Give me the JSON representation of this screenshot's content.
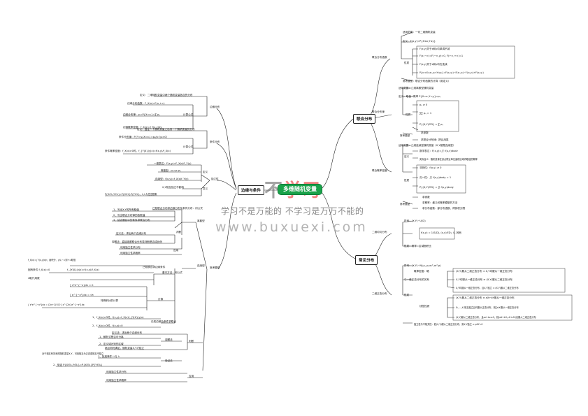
{
  "center": {
    "title": "多维随机变量"
  },
  "watermark": {
    "logo_a": "不",
    "logo_b": "学习",
    "slogan": "学习不是万能的 不学习是万万不能的",
    "url": "www.buxuexi.com"
  },
  "hubs": {
    "joint": "联合分布",
    "marginal": "边缘与条件",
    "common": "常见分布"
  },
  "joint": {
    "dist_fn": {
      "title": "联合分布函数",
      "items": [
        "适用范围：一切二维随机变量",
        "定义：F(x,y)=P{X≤x,Y≤y}",
        "F(x,y)关于x和y均单调不减",
        "F(x,−∞)=F(−∞,y)=0, F(+∞,+∞)=1",
        "F(x,y)关于x和y均右连续",
        "P{x₁<X≤x₂,y₁<Y≤y₂}=F(x₂,y₂)−F(x₂,y₁)−F(x₁,y₂)+F(x₁,y₁)",
        "常考题型：联合分布函数的计算（用定义）"
      ],
      "prop_label": "性质"
    },
    "pmf": {
      "title": "联合分布律",
      "items": [
        "适用范围：二维离散型随机变量",
        "定义：取值+概率 P{X=xᵢ,Y=yⱼ}=pᵢⱼ",
        "pᵢⱼ ≥ 0",
        "∑∑ pᵢⱼ = 1",
        "P{(X,Y)∈D} = ∑ pᵢⱼ",
        "求参数",
        "求联合分布律：把且用乘"
      ],
      "prop_label": "性质",
      "type_label": "常考题型"
    },
    "pdf": {
      "title": "联合概率密度",
      "items": [
        "适用范围：二维连续型随机变量（X,Y都是连续型）",
        "数学表达：F(x,y)=∫∫ f(u,v)dudv",
        "实际含义：随机变量在该点附近单位面积区域内取值的概率",
        "非负性：f(x,y) ≥ 0",
        "归一性：∫∫ f(x,y)dxdy = 1",
        "P{(X,Y)∈D} = ∬ f(x,y)dxdy",
        "求参数",
        "求概率：最几何概率模型的方法",
        "求分布函数：部分布函数、得到积分限"
      ],
      "def_label": "定义",
      "prop_label": "性质",
      "type_label": "常考题型"
    }
  },
  "common": {
    "uniform": {
      "title": "二维均匀分布",
      "items": [
        "符号：(X,Y)~U(D)",
        "f(x,y) = 1/S(D), (x,y)∈D；0, 其他",
        "性质：概率=区域面积比"
      ]
    },
    "normal": {
      "title": "二维正态分布",
      "items": [
        "符号：(X,Y)~N(μ₁,μ₂;σ₁²,σ₂²;ρ)",
        "概率密度：略",
        "(X,Y)服从二维正态分布 ⇒ X,Y均服从一维正态分布",
        "X,Y均服从一维正态分布 ⇏ (X,Y)服从二维正态分布",
        "X,Y均服从一维正态分布，且X,Y独立 ⇒ (X,Y)服从二维正态分布",
        "(X,Y)服从二维正态分布 ⇔ aX+bY服从一维正态分布",
        "X₁,…,Xₙ相互独立且均服从正态分布，则∑aᵢXᵢ服从一维正态分布",
        "(X,Y)服从二维正态分布，且ad−bc≠0，则(aX+bY,cX+dY)也服从二维正态分布",
        "独立性与不相关性：若(X,Y)服从二维正态分布，则X,Y独立 ⇔ ρXY=0"
      ],
      "rel_label": "与一维正态分布的关系",
      "prop_label": "性质",
      "lin_label": "线性性质"
    }
  },
  "marginal": {
    "marg": {
      "title": "边缘分布",
      "items": [
        "定义：二维随机变量中两个随机变量各自的分布",
        "边缘分布函数：F_X(x)=F(x,+∞)",
        "边缘分布律：pᵢ=P{X=xᵢ}=∑ pᵢⱼ",
        "边缘概率密度：f_X(x)=∫ f(x,y)dy"
      ],
      "calc_label": "计算公式"
    },
    "cond": {
      "title": "条件分布",
      "items": [
        "定义：固定一个随机变量之后另一个随机变量的分布",
        "条件分布律：P{Y=yⱼ|X=xᵢ}=pᵢⱼ/pᵢ·（pᵢ>0）",
        "条件概率密度：f_X(x)>0时，f_{Y|X}(y|x)=f(x,y)/f_X(x)"
      ],
      "calc_label": "计算公式"
    },
    "indep": {
      "title": "独立性",
      "items": [
        "一般表达：F(x,y)=F_X(x)F_Y(y)",
        "离散型：pᵢⱼ=pᵢ·p·ⱼ",
        "连续型：f(x,y)=f_X(x)f_Y(y)",
        "X,Y相互独立不影响",
        "P{X∈I₁,Y∈I₂}=P{X∈I₁}P{Y∈I₂}，I₁,I₂为任意数集"
      ],
      "def_label": "定义",
      "prop_label": "意义"
    },
    "types": {
      "title": "常考题型",
      "items": [
        "已知联合分布求边缘分布及条件分布：何公式",
        "1、写出X,Y的所有取值",
        "2、写出联合分布律的各数值",
        "3、结合题目中的条件求联合分布",
        "定义法：求出两个边缘分布",
        "观察法：直接观察联合分布表判断是否成比例",
        "利用独立性求分布",
        "利用独立性求概率",
        "已知联合求边缘条件",
        "基本方法：何公式",
        "f_X(x)=∫ f(x,y)dy；画积分、y从−∞到+∞取值",
        "固有条件 f_X(x)=0",
        "f_{Y|X}(y|x)=f(x,y)/f_X(x)",
        "4取代用数",
        "∫ x²e^{−x}dx = π",
        "∫ e^{−x²}dx = √π",
        "∫ x²e^{−x²}dx = (2n+1)!!/2·∫ x^{2n}e^{−x²}dx",
        "特殊积分的计算",
        "1、f_X(x)>0时，f(x,y)=f_X(x)f_{Y|X}(y|x)",
        "2、f_X(x)=0时，f(x,y)=0",
        "定义法：求出两个边缘分布",
        "1、解析式是否可分离",
        "2、定义域为矩形区域",
        "两点同时满足，随机变量X,Y才独立",
        "对于相互有关系的随机变量X,Y，可用相互为正态或相互不独立",
        "1、找到事件 I₁与 I₂",
        "2、验证 P{X∈I₁,Y∈I₂}=P{X∈I₁}P{Y∈I₂}",
        "利用独立性求分布",
        "利用独立性求概率"
      ],
      "discrete_label": "离散型",
      "cont_label": "连续型",
      "judge_label": "判断",
      "apply_label": "应用",
      "calc_label": "计算",
      "margcond_label": "已知边缘及条件求联合",
      "method_label": "观察法",
      "check_label": "验证法"
    }
  }
}
